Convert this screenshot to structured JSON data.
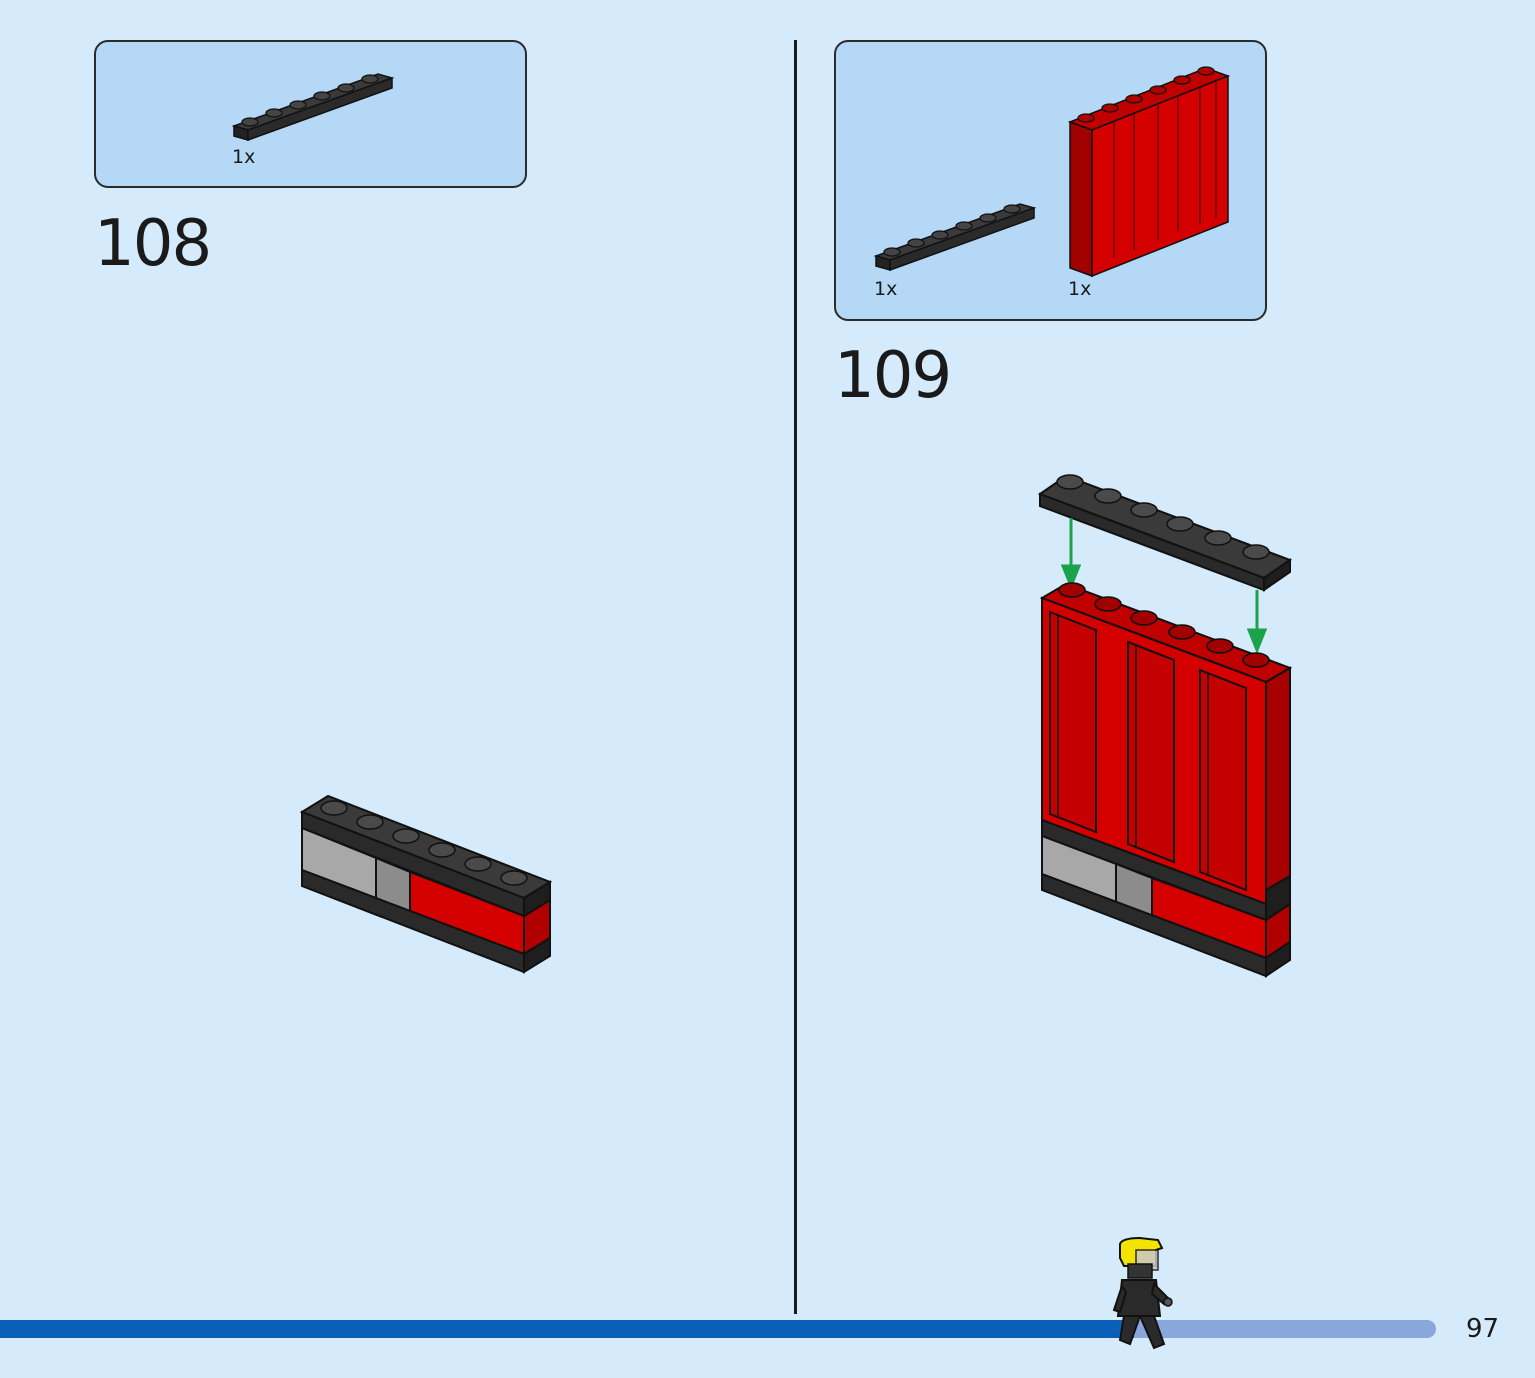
{
  "steps": [
    {
      "number": "108",
      "parts": [
        {
          "qty": "1x",
          "part": "black-plate-1x6"
        }
      ]
    },
    {
      "number": "109",
      "parts": [
        {
          "qty": "1x",
          "part": "black-plate-1x6"
        },
        {
          "qty": "1x",
          "part": "red-wall-panel-1x6x5"
        }
      ]
    }
  ],
  "footer": {
    "page_number": "97",
    "progress": 0.79
  },
  "colors": {
    "background": "#d5ebfb",
    "parts_box": "#b4d8f5",
    "brick_black": "#2f2f2f",
    "brick_red": "#d40000",
    "brick_gray": "#a8a8a8",
    "arrow_green": "#1aa34a",
    "progress_fill": "#0a5fb8",
    "progress_track": "#8aa7dc"
  }
}
